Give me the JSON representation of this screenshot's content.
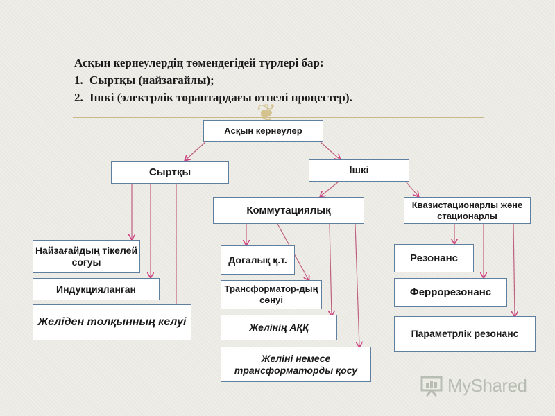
{
  "heading": {
    "title": "Асқын кернеулердің төмендегідей түрлері бар:",
    "items": [
      {
        "num": "1.",
        "text": "Сыртқы (найзағайлы);"
      },
      {
        "num": "2.",
        "text": "Ішкі (электрлік тораптардағы өтпелі процестер)."
      }
    ]
  },
  "diagram": {
    "root": "Асқын кернеулер",
    "external": "Сыртқы",
    "internal": "Ішкі",
    "commutation": "Коммутациялық",
    "quasi": "Квазистационарлы және стационарлы",
    "lightning_direct": "Найзағайдың тікелей соғуы",
    "induced": "Индукцияланған",
    "line_wave": "Желіден толқынның келуі",
    "arc": "Доғалық қ.т.",
    "transformer_off": "Трансформатор-дың сөнуі",
    "line_akk": "Желінің АҚҚ",
    "line_connect": "Желіні немесе трансформаторды қосу",
    "resonance": "Резонанс",
    "ferroresonance": "Феррорезонанс",
    "param_resonance": "Параметрлік резонанс"
  },
  "colors": {
    "box_border": "#5f7f9e",
    "arrow": "#d04080",
    "ornament": "#d4c28f"
  },
  "logo": {
    "text": "MyShared",
    "icon": "presentation-icon"
  }
}
